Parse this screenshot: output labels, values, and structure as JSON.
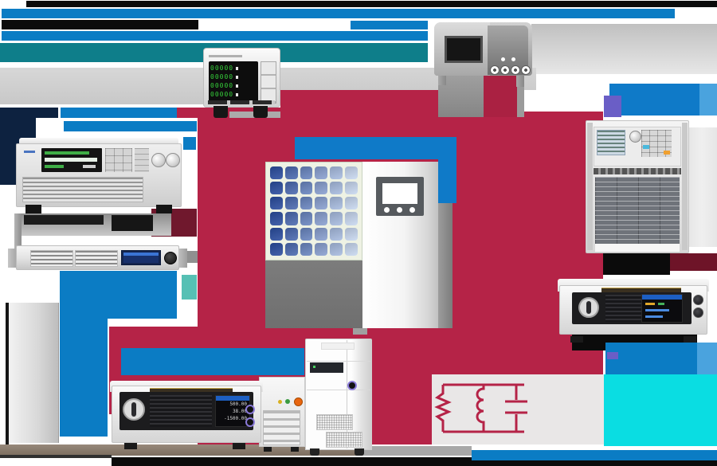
{
  "diagram": {
    "kind": "test-solution-diagram",
    "center_unit": {
      "name": "pv-array-and-inverter",
      "label_text_redacted": true
    },
    "nodes": [
      {
        "id": "power-analyzer",
        "position": "top-center"
      },
      {
        "id": "plc-controller",
        "position": "top-right"
      },
      {
        "id": "ac-power-source",
        "position": "left"
      },
      {
        "id": "slim-1u-dc-source",
        "position": "mid-left"
      },
      {
        "id": "grid-simulator-tower",
        "position": "right"
      },
      {
        "id": "bidirectional-dc-supply-right",
        "position": "right-lower"
      },
      {
        "id": "bidirectional-dc-supply-bottom",
        "position": "bottom-left"
      },
      {
        "id": "rack-cabinet",
        "position": "bottom-center"
      },
      {
        "id": "rlc-load-circuit",
        "position": "bottom-right"
      }
    ],
    "labels_redacted_as_bars": true
  },
  "readouts": {
    "power_analyzer_rows": [
      "00000",
      "00000",
      "00000",
      "00000"
    ],
    "dc_supply_display": [
      "500.00",
      "38.00",
      "-1500.00"
    ]
  },
  "palette": {
    "crimson": "#b52347",
    "maroon": "#70182d",
    "blue": "#0b7cc4",
    "blue_light": "#4aa3de",
    "navy": "#0d2240",
    "teal_dark": "#0e7e8a",
    "teal_light": "#56c0b4",
    "cyan": "#0adde2",
    "purple": "#6a5ec6",
    "floor_tan": "#8a7b6b",
    "bar_black": "#0b0b0b",
    "led_green": "#35cf3a",
    "solar_dark": "#2a4da0",
    "solar_light": "#c8d8f0"
  }
}
